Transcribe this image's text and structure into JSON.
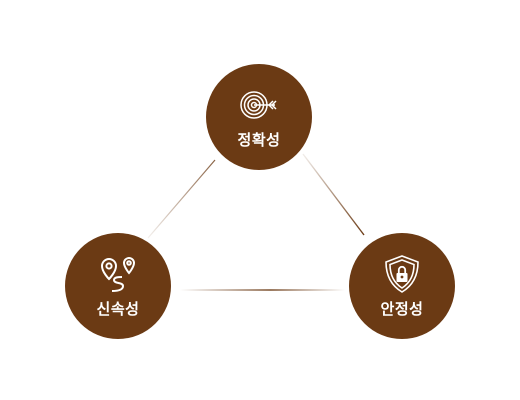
{
  "nodes": {
    "top": {
      "label": "정확성",
      "icon": "target-arrow-icon"
    },
    "left": {
      "label": "신속성",
      "icon": "location-pins-route-icon"
    },
    "right": {
      "label": "안정성",
      "icon": "shield-lock-icon"
    }
  },
  "colors": {
    "node": "#6b3a14",
    "connector": "#6b3a14",
    "background": "#ffffff"
  }
}
